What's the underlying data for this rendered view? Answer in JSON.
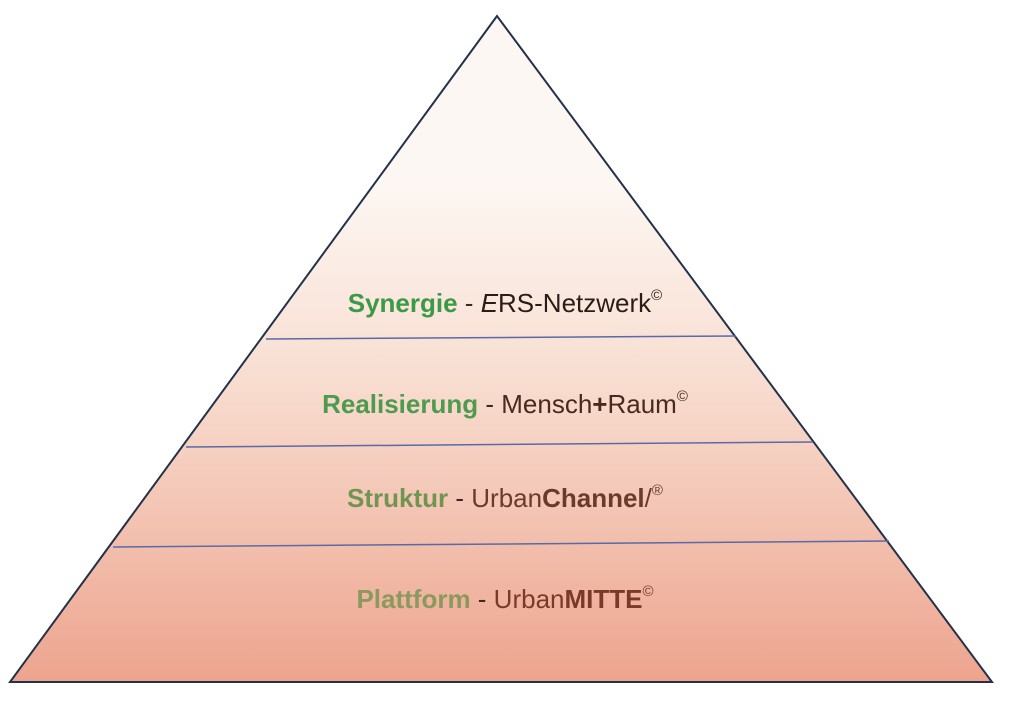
{
  "colors": {
    "outline": "#23324a",
    "divider": "#5a6aa8",
    "fill_top": "#fdf7f3",
    "fill_bottom": "#eda48e"
  },
  "tiers": [
    {
      "name": "Synergie",
      "separator": " - ",
      "brand_italic": "E",
      "brand_plain": "RS-Netzwerk",
      "mark": "©"
    },
    {
      "name": "Realisierung",
      "separator": " - ",
      "brand_plain_1": "Mensch",
      "brand_bold": "+",
      "brand_plain_2": "Raum",
      "mark": "©"
    },
    {
      "name": "Struktur",
      "separator": " - ",
      "brand_plain": "Urban",
      "brand_bold": "Channel",
      "brand_plain_2": "/",
      "mark": "®"
    },
    {
      "name": "Plattform",
      "separator": " - ",
      "brand_plain": "Urban",
      "brand_bold": "MITTE",
      "mark": "©"
    }
  ]
}
